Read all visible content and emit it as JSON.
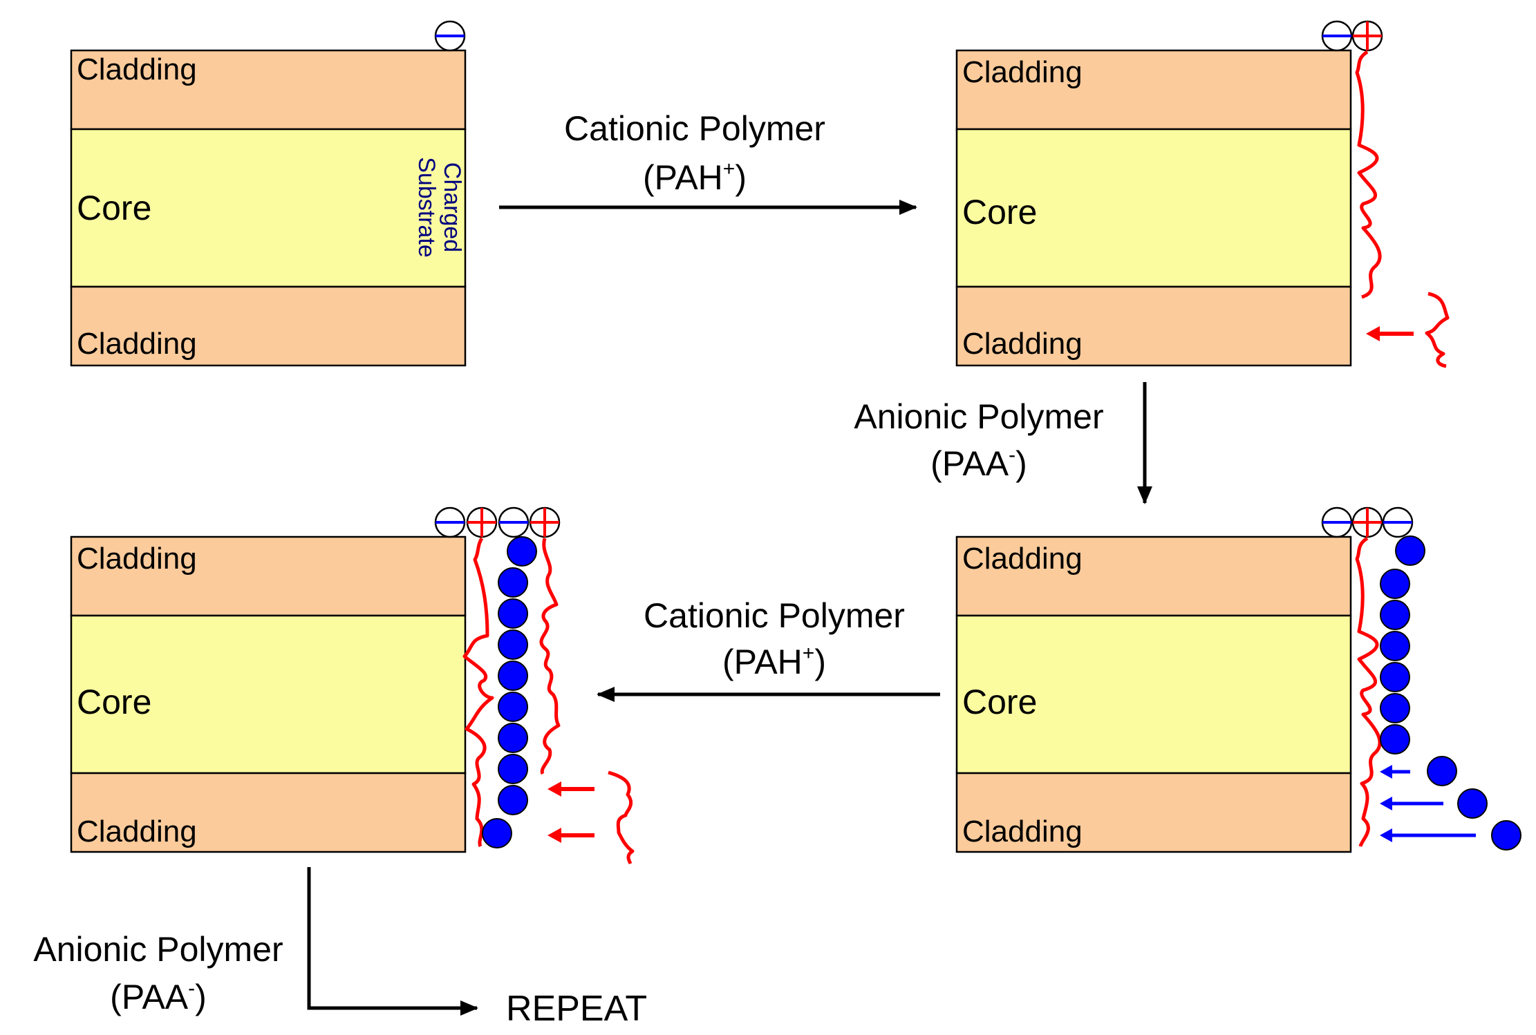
{
  "panels": [
    {
      "id": "panel-1",
      "labels": {
        "cladding_top": "Cladding",
        "core": "Core",
        "cladding_bottom": "Cladding"
      },
      "substrate_label": [
        "Charged",
        "Substrate"
      ]
    },
    {
      "id": "panel-2",
      "labels": {
        "cladding_top": "Cladding",
        "core": "Core",
        "cladding_bottom": "Cladding"
      }
    },
    {
      "id": "panel-3",
      "labels": {
        "cladding_top": "Cladding",
        "core": "Core",
        "cladding_bottom": "Cladding"
      }
    },
    {
      "id": "panel-4",
      "labels": {
        "cladding_top": "Cladding",
        "core": "Core",
        "cladding_bottom": "Cladding"
      }
    }
  ],
  "steps": {
    "step1": {
      "line1": "Cationic Polymer",
      "line2": "(PAH",
      "sup": "+",
      "line2_end": ")"
    },
    "step2": {
      "line1": "Anionic Polymer",
      "line2": "(PAA",
      "sup": "-",
      "line2_end": ")"
    },
    "step3": {
      "line1": "Cationic Polymer",
      "line2": "(PAH",
      "sup": "+",
      "line2_end": ")"
    },
    "step4": {
      "line1": "Anionic Polymer",
      "line2": "(PAA",
      "sup": "-",
      "line2_end": ")"
    }
  },
  "repeat_label": "REPEAT",
  "colors": {
    "cladding": "#fbcb9b",
    "core": "#fbfb9f",
    "cationic": "#ff0000",
    "anionic": "#0000ff",
    "outline": "#000000"
  }
}
